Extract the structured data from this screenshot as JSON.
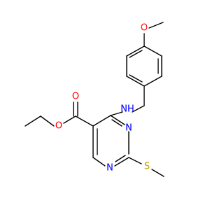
{
  "molecule": {
    "atoms": {
      "methoxy_o": "O",
      "amine": "NH",
      "ester_carbonyl_o": "O",
      "ester_ether_o": "O",
      "ring_n3": "N",
      "ring_n1": "N",
      "thioether_s": "S"
    },
    "colors": {
      "oxygen": "#ff0000",
      "nitrogen": "#0000ff",
      "sulfur": "#b8a000",
      "bond": "#000000"
    }
  }
}
